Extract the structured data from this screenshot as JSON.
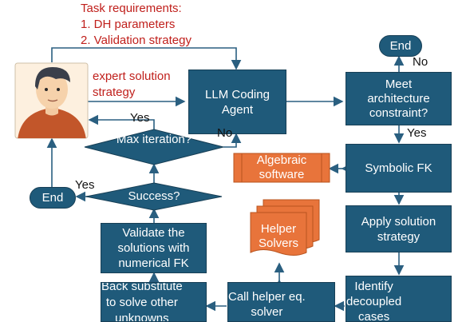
{
  "task_requirements": {
    "title": "Task requirements:",
    "item1": "1. DH parameters",
    "item2": "2. Validation strategy"
  },
  "expert_label": "expert solution\n strategy",
  "nodes": {
    "end_top": "End",
    "end_left": "End",
    "llm_agent": "LLM Coding\nAgent",
    "meet_constraint": "Meet\narchitecture\nconstraint?",
    "symbolic_fk": "Symbolic FK",
    "apply_strategy": "Apply solution\nstrategy",
    "identify_decoupled": "Identify\ndecoupled\ncases",
    "call_helper": "Call  helper eq.\nsolver",
    "back_substitute": "Back substitute\nto solve other\nunknowns",
    "validate": "Validate the\nsolutions with\nnumerical FK",
    "algebraic": "Algebraic\nsoftware",
    "helper_solvers": "Helper\nSolvers",
    "max_iteration": "Max\niteration?",
    "success": "Success?"
  },
  "edge_labels": {
    "no_top": "No",
    "yes_meet": "Yes",
    "yes_max": "Yes",
    "no_max": "No",
    "yes_success": "Yes"
  },
  "colors": {
    "box_fill": "#1f5a7a",
    "arrow": "#2a5f80",
    "accent_orange": "#e8743b",
    "requirement_red": "#c0201c"
  },
  "icons": [
    "person-avatar-icon"
  ]
}
